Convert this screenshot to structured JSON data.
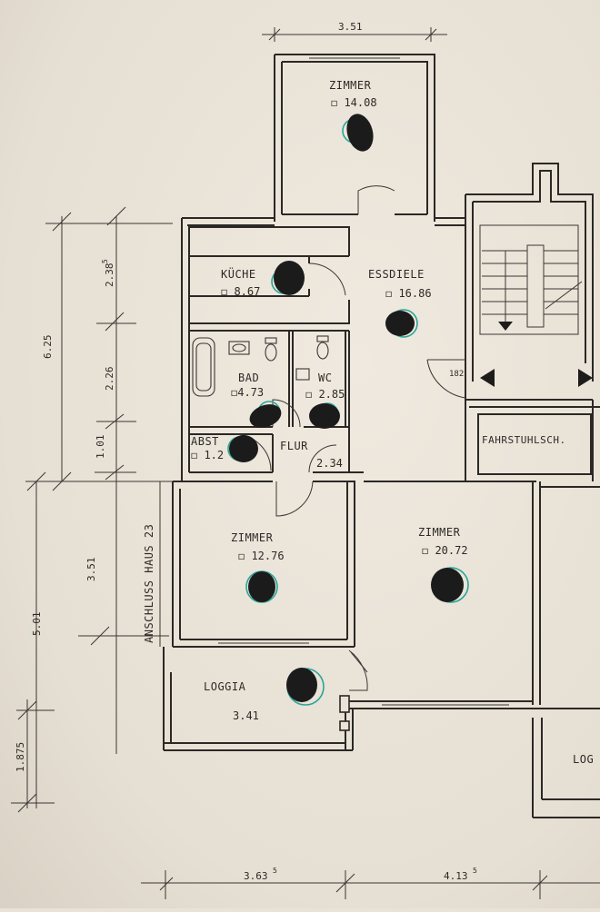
{
  "rooms": {
    "zimmer_top": {
      "name": "ZIMMER",
      "area": "◻ 14.08"
    },
    "kueche": {
      "name": "KÜCHE",
      "area": "◻ 8.67"
    },
    "essdiele": {
      "name": "ESSDIELE",
      "area": "◻ 16.86"
    },
    "bad": {
      "name": "BAD",
      "area": "◻4.73"
    },
    "wc": {
      "name": "WC",
      "area": "◻ 2.85"
    },
    "abst": {
      "name": "ABST",
      "area": "◻ 1.2"
    },
    "flur": {
      "name": "FLUR",
      "area": "2.34"
    },
    "zimmer_mid": {
      "name": "ZIMMER",
      "area": "◻ 12.76"
    },
    "zimmer_right": {
      "name": "ZIMMER",
      "area": "◻ 20.72"
    },
    "loggia": {
      "name": "LOGGIA",
      "area": "3.41"
    },
    "fahrstuhl": {
      "name": "FAHRSTUHLSCH."
    },
    "loggia_neighbor": {
      "name": "LOG"
    }
  },
  "stair_label": "182",
  "annotation_side": "ANSCHLUSS HAUS 23",
  "dimensions": {
    "top": "3.51",
    "left_overall_upper": "6.25",
    "left_overall_lower": "5.01",
    "left_segment_1": "2.38",
    "left_segment_1_sup": "5",
    "left_segment_2": "2.26",
    "left_segment_3": "1.01",
    "left_segment_4": "3.51",
    "left_bottom": "1.875",
    "bottom_1": "3.63",
    "bottom_1_sup": "5",
    "bottom_2": "4.13",
    "bottom_2_sup": "5"
  },
  "colors": {
    "paper": "#e9e2d7",
    "ink": "#2b2826",
    "marker": "#1b1b1b",
    "marker_ring": "#2aa59a"
  }
}
